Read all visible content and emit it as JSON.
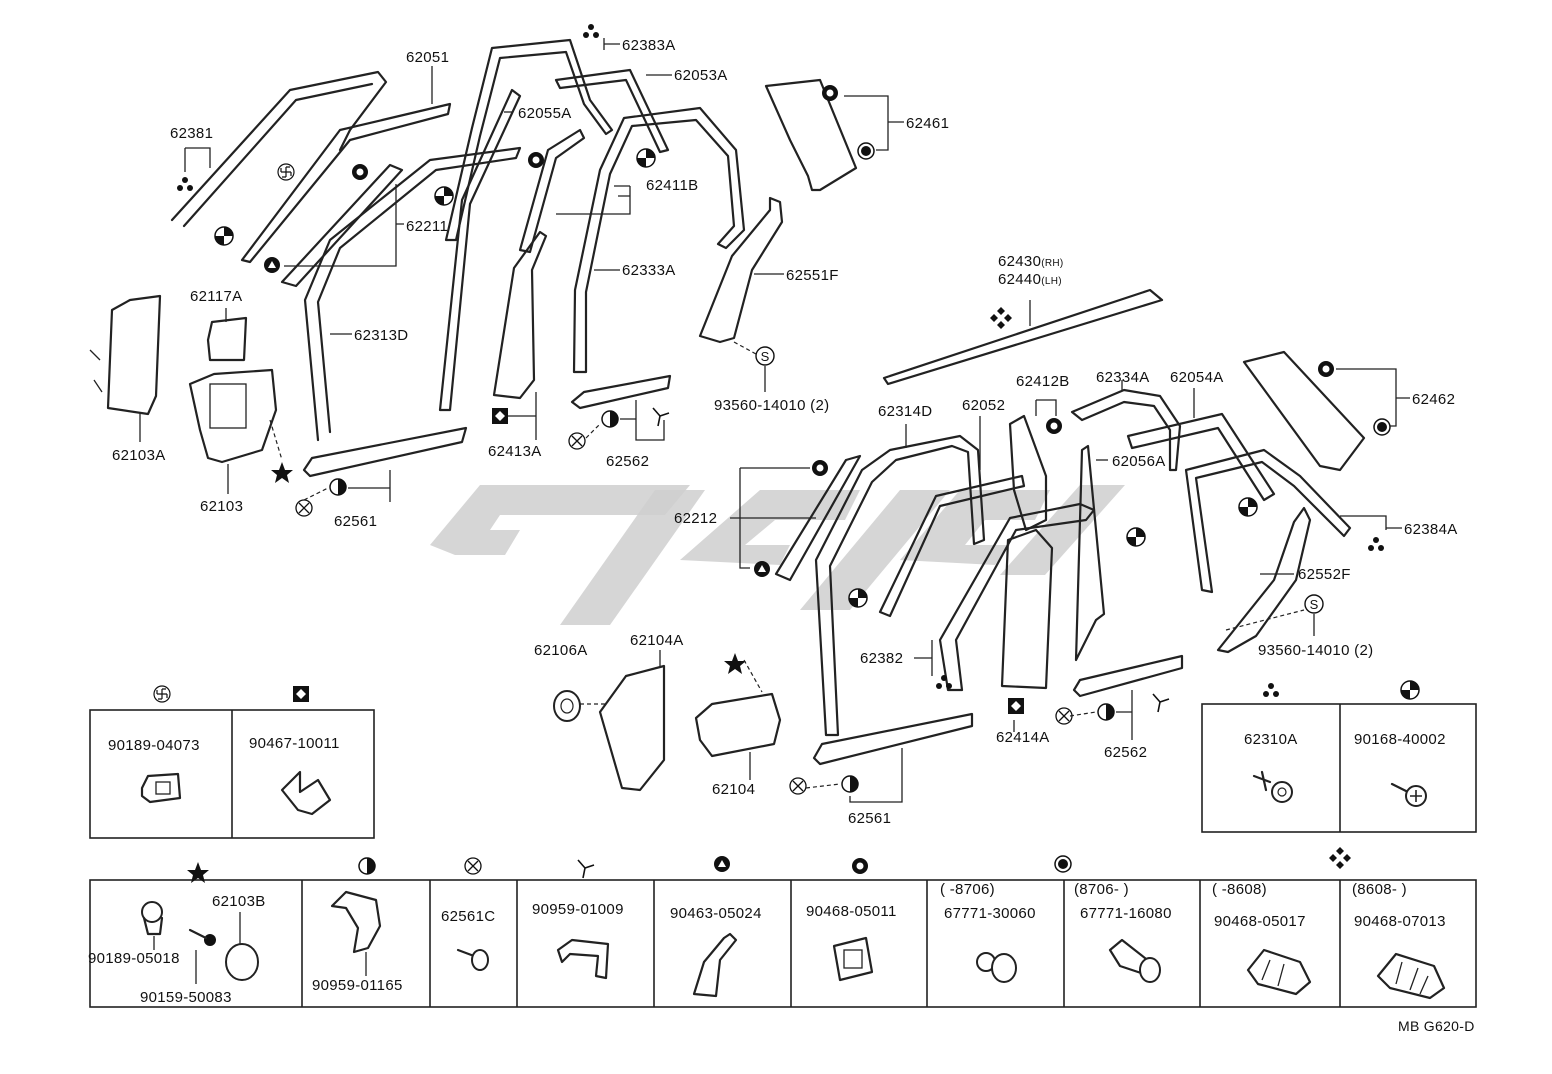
{
  "diagram_code": "MB G620-D",
  "watermark": "logo",
  "part_labels": {
    "p62381": "62381",
    "p62051": "62051",
    "p62383A": "62383A",
    "p62053A": "62053A",
    "p62055A": "62055A",
    "p62461": "62461",
    "p62411B": "62411B",
    "p62211": "62211",
    "p62333A": "62333A",
    "p62551F": "62551F",
    "p62117A": "62117A",
    "p62313D": "62313D",
    "p93560_a": "93560-14010 (2)",
    "p62103A": "62103A",
    "p62103": "62103",
    "p62561_a": "62561",
    "p62413A": "62413A",
    "p62562_a": "62562",
    "p62430": "62430",
    "p62430_sfx": "(RH)",
    "p62440": "62440",
    "p62440_sfx": "(LH)",
    "p62334A": "62334A",
    "p62054A": "62054A",
    "p62462": "62462",
    "p62314D": "62314D",
    "p62052": "62052",
    "p62412B": "62412B",
    "p62056A": "62056A",
    "p62212": "62212",
    "p62384A": "62384A",
    "p62552F": "62552F",
    "p93560_b": "93560-14010 (2)",
    "p62106A": "62106A",
    "p62104A": "62104A",
    "p62382": "62382",
    "p62104": "62104",
    "p62414A": "62414A",
    "p62562_b": "62562",
    "p62561_b": "62561"
  },
  "fastener_boxes_top": [
    {
      "symbol": "swastika",
      "part_no": "90189-04073"
    },
    {
      "symbol": "square-diamond",
      "part_no": "90467-10011"
    }
  ],
  "fastener_boxes_right": [
    {
      "symbol": "three-dots",
      "part_no": "62310A"
    },
    {
      "symbol": "quartered-circle",
      "part_no": "90168-40002"
    }
  ],
  "fastener_row": [
    {
      "symbol": "star",
      "part_no": "62103B",
      "extra_1": "90189-05018",
      "extra_2": "90159-50083"
    },
    {
      "symbol": "half-circle",
      "part_no": "90959-01165"
    },
    {
      "symbol": "x-circle",
      "part_no": "62561C"
    },
    {
      "symbol": "propeller",
      "part_no": "90959-01009"
    },
    {
      "symbol": "triangle-circle",
      "part_no": "90463-05024"
    },
    {
      "symbol": "gear-circle",
      "part_no": "90468-05011"
    },
    {
      "symbol": "target-circle",
      "range": "(        -8706)",
      "part_no": "67771-30060"
    },
    {
      "symbol": "target-circle",
      "range": "(8706-        )",
      "part_no": "67771-16080"
    },
    {
      "symbol": "four-diamonds",
      "range": "(        -8608)",
      "part_no": "90468-05017"
    },
    {
      "symbol": "four-diamonds",
      "range": "(8608-        )",
      "part_no": "90468-07013"
    }
  ]
}
